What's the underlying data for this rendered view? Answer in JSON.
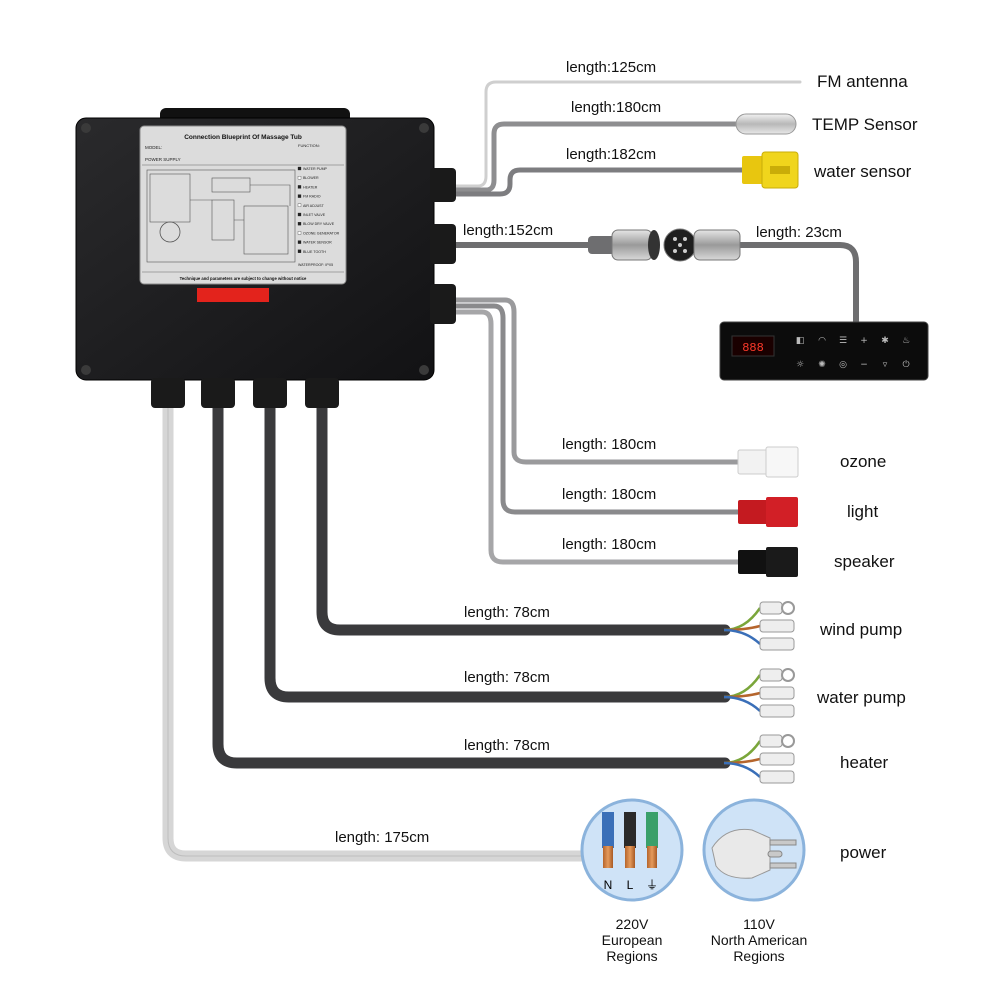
{
  "control_box": {
    "sticker_title": "Connection Blueprint Of Massage Tub",
    "sticker_footer": "Technique and parameters are subject to change without notice",
    "model_label": "MODEL:",
    "power_label": "POWER SUPPLY",
    "function_label": "FUNCTION:",
    "waterproof": "WATERPROOF: IPX5",
    "functions": [
      "WATER PUMP",
      "BLOWER",
      "HEATER",
      "FM RADIO",
      "AIR ADJUST",
      "INLET VALVE",
      "BLOW DRY VALVE",
      "OZONE GENERATOR",
      "WATER SENSOR",
      "BLUE TOOTH"
    ]
  },
  "connections": [
    {
      "length": "length:125cm",
      "name": "FM antenna"
    },
    {
      "length": "length:180cm",
      "name": "TEMP Sensor"
    },
    {
      "length": "length:182cm",
      "name": "water sensor"
    },
    {
      "length": "length:152cm",
      "name": ""
    },
    {
      "length": "length: 23cm",
      "name": ""
    },
    {
      "length": "length: 180cm",
      "name": "ozone"
    },
    {
      "length": "length: 180cm",
      "name": "light"
    },
    {
      "length": "length: 180cm",
      "name": "speaker"
    },
    {
      "length": "length: 78cm",
      "name": "wind pump"
    },
    {
      "length": "length: 78cm",
      "name": "water pump"
    },
    {
      "length": "length: 78cm",
      "name": "heater"
    },
    {
      "length": "length: 175cm",
      "name": "power"
    }
  ],
  "power_plugs": {
    "eu_pins": [
      "N",
      "L",
      "⏚"
    ],
    "eu_region": [
      "220V",
      "European",
      "Regions"
    ],
    "na_region": [
      "110V",
      "North American",
      "Regions"
    ]
  },
  "colors": {
    "box": "#1c1c1e",
    "cable_dark": "#3a3a3c",
    "cable_grey": "#8e8e90",
    "cable_white": "#d8d8d8",
    "ozone_plug": "#f2f2f2",
    "light_plug": "#d21f26",
    "speaker_plug": "#1a1a1a",
    "water_sensor_plug": "#f0d51c"
  }
}
